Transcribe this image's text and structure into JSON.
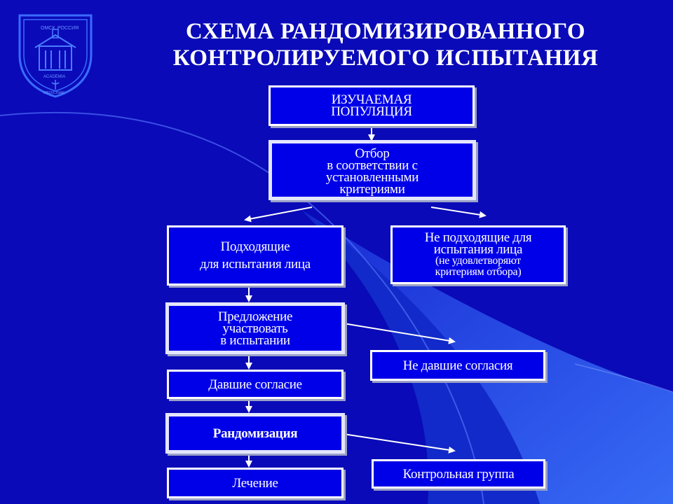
{
  "title": {
    "line1": "СХЕМА РАНДОМИЗИРОВАННОГО",
    "line2": "КОНТРОЛИРУЕМОГО ИСПЫТАНИЯ"
  },
  "logo": {
    "top_left": "ОМСК",
    "top_right": "РОССИЯ",
    "middle": "ACADEMIA",
    "bottom": "MEDICINAE"
  },
  "nodes": {
    "population": [
      "ИЗУЧАЕМАЯ",
      "ПОПУЛЯЦИЯ"
    ],
    "selection": [
      "Отбор",
      "в соответствии с",
      "установленными",
      "критериями"
    ],
    "suitable": [
      "Подходящие",
      "для испытания лица"
    ],
    "unsuitable": [
      "Не подходящие для",
      "испытания лица",
      "(не удовлетворяют",
      "критериям отбора)"
    ],
    "offer": [
      "Предложение",
      "участвовать",
      "в испытании"
    ],
    "no_consent": "Не давшие согласия",
    "consent": "Давшие согласие",
    "randomization": "Рандомизация",
    "control": "Контрольная группа",
    "treatment": "Лечение"
  },
  "colors": {
    "background": "#0a0ab8",
    "box_fill": "#0000e8",
    "box_border": "#ffffff",
    "accent_light": "#7fa0ff"
  }
}
